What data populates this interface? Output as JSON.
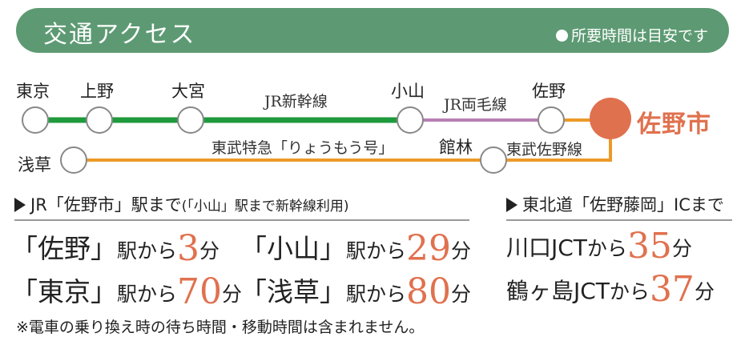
{
  "header": {
    "title": "交通アクセス",
    "note": "所要時間は目安です"
  },
  "colors": {
    "header_bg": "#5d9a73",
    "shinkansen": "#1f9a3c",
    "ryomo": "#b67fb3",
    "tobu": "#ec9a28",
    "accent": "#e0714e"
  },
  "stations": {
    "tokyo": "東京",
    "ueno": "上野",
    "omiya": "大宮",
    "oyama": "小山",
    "sano": "佐野",
    "sanoshi": "佐野市",
    "asakusa": "浅草",
    "tatebayashi": "館林"
  },
  "lines": {
    "shinkansen": "JR新幹線",
    "ryomo": "JR両毛線",
    "tobu_express": "東武特急「りょうもう号」",
    "tobu_sano": "東武佐野線"
  },
  "sections": {
    "train": {
      "heading": "JR「佐野市」駅まで",
      "heading_sub": "(「小山」駅まで新幹線利用)",
      "rows": [
        {
          "place": "「佐野」",
          "from": "駅から",
          "minutes": "3",
          "unit": "分"
        },
        {
          "place": "「小山」",
          "from": "駅から",
          "minutes": "29",
          "unit": "分"
        },
        {
          "place": "「東京」",
          "from": "駅から",
          "minutes": "70",
          "unit": "分"
        },
        {
          "place": "「浅草」",
          "from": "駅から",
          "minutes": "80",
          "unit": "分"
        }
      ]
    },
    "car": {
      "heading": "東北道「佐野藤岡」ICまで",
      "rows": [
        {
          "place": "川口JCT",
          "from": "から",
          "minutes": "35",
          "unit": "分"
        },
        {
          "place": "鶴ヶ島JCT",
          "from": "から",
          "minutes": "37",
          "unit": "分"
        }
      ]
    }
  },
  "footnote": "※電車の乗り換え時の待ち時間・移動時間は含まれません。"
}
